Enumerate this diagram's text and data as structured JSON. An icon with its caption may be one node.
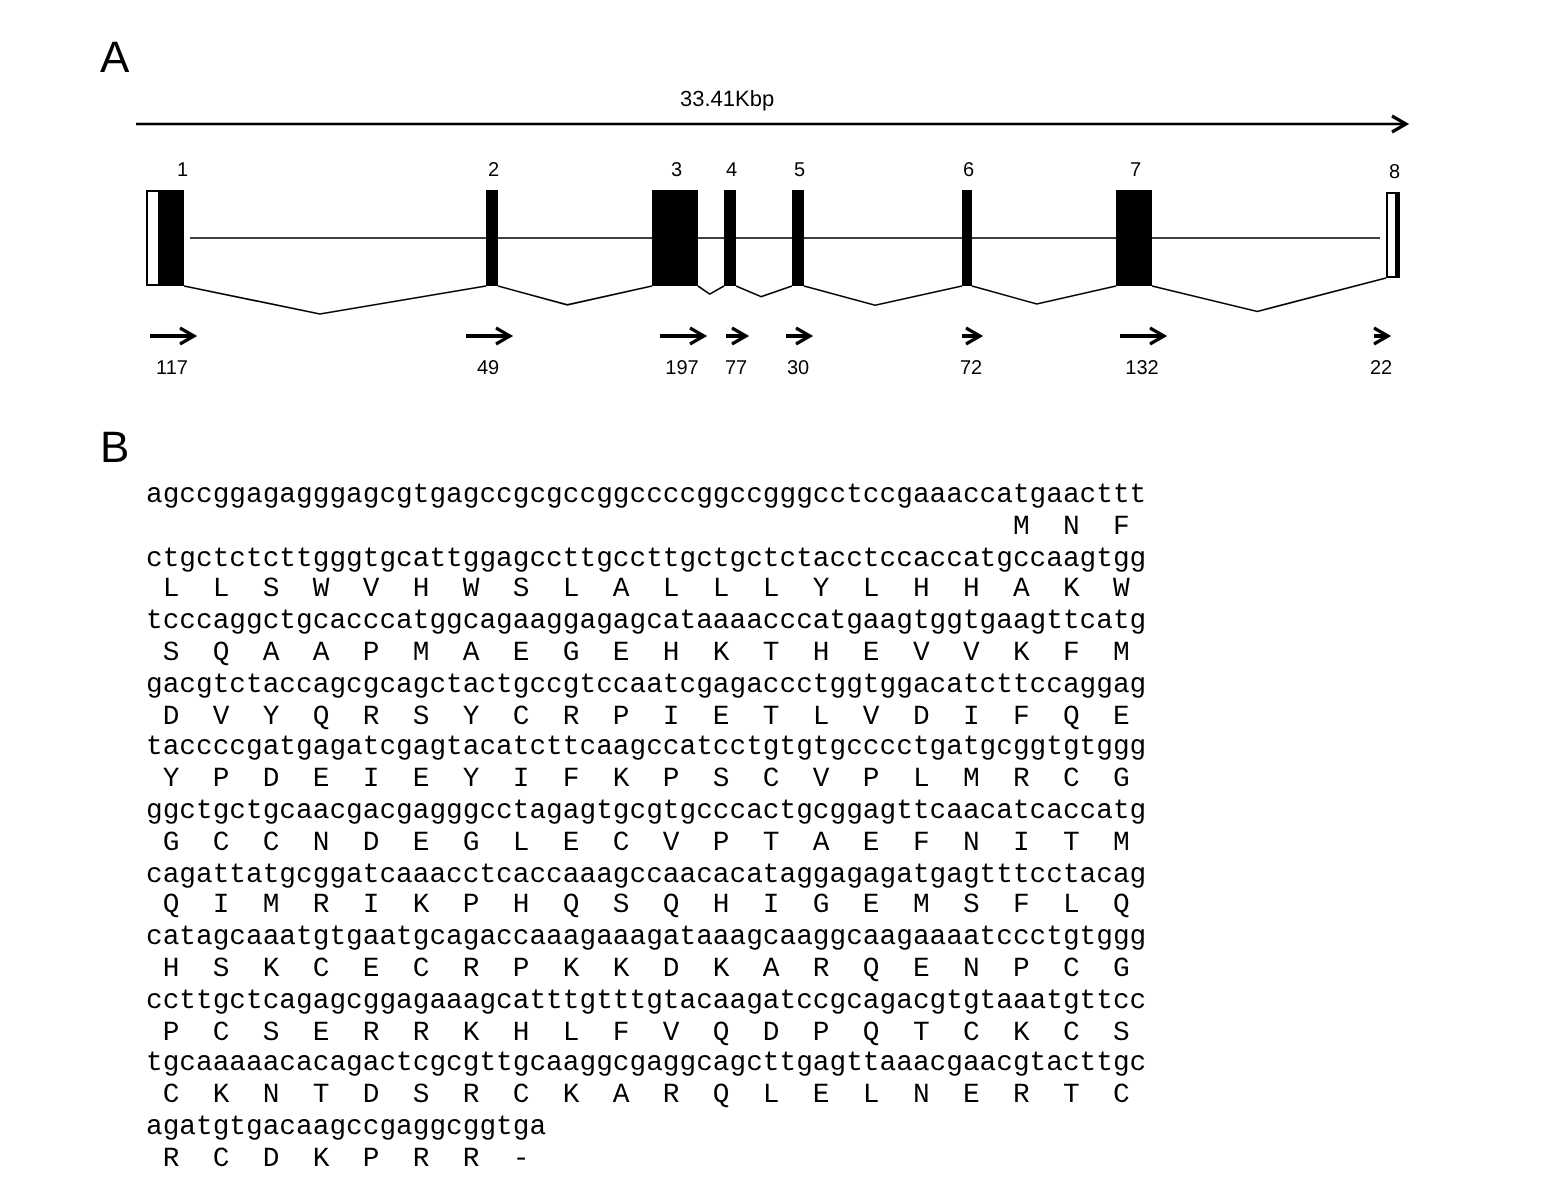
{
  "diagram": {
    "nodes": [
      {
        "text": [
          "1"
        ]
      },
      {
        "text": [
          "2"
        ]
      },
      {
        "text": [
          "3"
        ]
      },
      {
        "text": [
          "4"
        ]
      },
      {
        "text": [
          "5"
        ]
      },
      {
        "text": [
          "6"
        ]
      },
      {
        "text": [
          "7"
        ]
      },
      {
        "text": [
          "8"
        ]
      }
    ],
    "edges": [
      {
        "from": 0,
        "to": 1,
        "arrow": "none"
      },
      {
        "from": 1,
        "to": 2,
        "arrow": "none"
      },
      {
        "from": 2,
        "to": 3,
        "arrow": "none"
      },
      {
        "from": 3,
        "to": 4,
        "arrow": "none"
      },
      {
        "from": 4,
        "to": 5,
        "arrow": "none"
      },
      {
        "from": 5,
        "to": 6,
        "arrow": "none"
      },
      {
        "from": 6,
        "to": 7,
        "arrow": "none"
      }
    ],
    "labels": [
      "A",
      "33.41Kbp",
      "117",
      "49",
      "197",
      "77",
      "30",
      "72",
      "132",
      "22",
      "B",
      "agccggagagggagcgtgagccgcgccggccccggccgggcctccgaaaccatgaacttt",
      "M N F",
      "ctgctctcttgggtgcattggagccttgccttgctgctctacctccaccatgccaagtgg",
      "L L S W V H W S L A L L L Y L H H A K W",
      "tcccaggctgcacccatggcagaaggagagcataaaacccatgaagtggtgaagttcatg",
      "S Q A A P M A E G E H K T H E V V K F M",
      "gacgtctaccagcgcagctactgccgtccaatcgagaccctggtggacatcttccaggag",
      "D V Y Q R S Y C R P I E T L V D I F Q E",
      "taccccgatgagatcgagtacatcttcaagccatcctgtgtgcccctgatgcggtgtggg",
      "Y P D E I E Y I F K P S C V P L M R C G",
      "ggctgctgcaacgacgagggcctagagtgcgtgcccactgcggagttcaacatcaccatg",
      "G C C N D E G L E C V P T A E F N I T M",
      "cagattatgcggatcaaacctcaccaaagccaacacataggagagatgagtttcctacag",
      "Q I M R I K P H Q S Q H I G E M S F L Q",
      "catagcaaatgtgaatgcagaccaaagaaagataaagcaaggcaagaaaatccctgtggg",
      "H S K C E C R P K K D K A R Q E N P C G",
      "ccttgctcagagcggagaaagcatttgtttgtacaagatccgcagacgtgtaaatgttcc",
      "P C S E R R K H L F V Q D P Q T C K C S",
      "tgcaaaaacacagactcgcgttgcaaggcgaggcagcttgagttaaacgaacgtacttgc",
      "C K N T D S R C K A R Q L E L N E R T C",
      "agatgtgacaagccgaggcggtga",
      "R C D K P R R -"
    ]
  }
}
